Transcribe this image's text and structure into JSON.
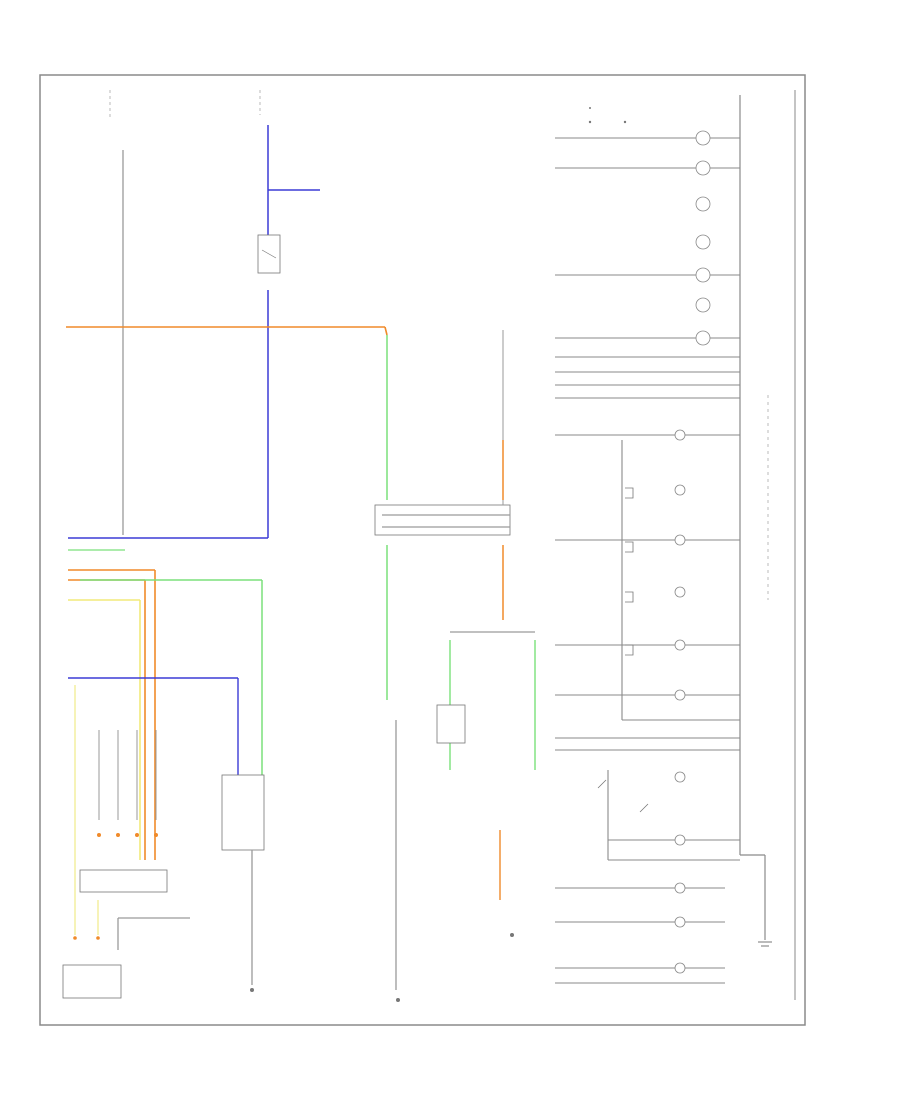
{
  "diagram": {
    "footer_code": "",
    "footer_right": "",
    "colors": {
      "blue": "#3b3bd6",
      "orange": "#f08a2a",
      "green": "#7be07b",
      "yellow": "#f2ea7a",
      "pale_yellow": "#f4efa0",
      "gray": "#9a9a9a",
      "frame": "#8a8a8a"
    },
    "wire_color_names": [
      "blue",
      "orange",
      "green",
      "yellow",
      "gray"
    ],
    "note": ""
  }
}
